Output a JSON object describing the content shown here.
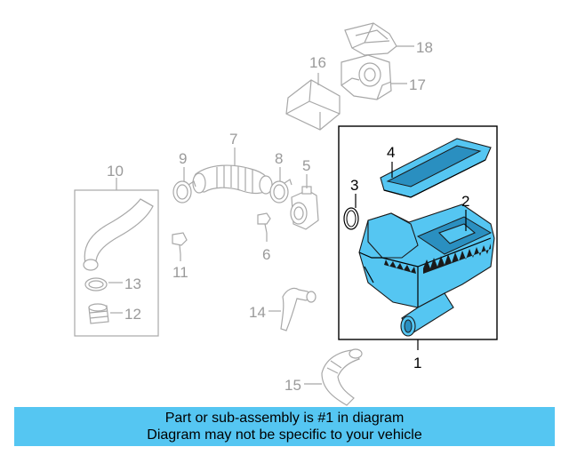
{
  "callouts": {
    "c1": "1",
    "c2": "2",
    "c3": "3",
    "c4": "4",
    "c5": "5",
    "c6": "6",
    "c7": "7",
    "c8": "8",
    "c9": "9",
    "c10": "10",
    "c11": "11",
    "c12": "12",
    "c13": "13",
    "c14": "14",
    "c15": "15",
    "c16": "16",
    "c17": "17",
    "c18": "18"
  },
  "colors": {
    "highlight": "#55c6f2",
    "unhighlighted_part": "#a8a8a8",
    "footer_background": "#55c6f2"
  },
  "footer": {
    "line1": "Part or sub-assembly is #1 in diagram",
    "line2": "Diagram may not be specific to your vehicle"
  }
}
